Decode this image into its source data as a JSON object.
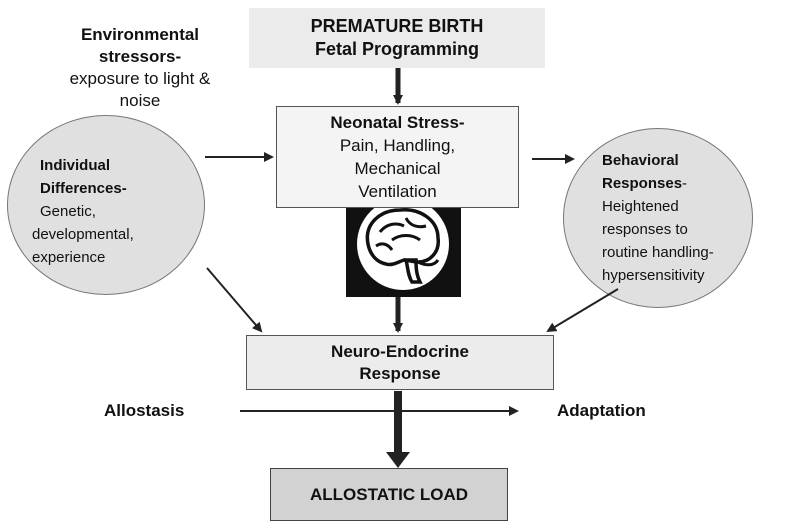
{
  "premature": {
    "line1": "PREMATURE BIRTH",
    "line2": "Fetal Programming"
  },
  "environmental": {
    "title_line1": "Environmental",
    "title_line2": "stressors-",
    "body_line1": "exposure to light &",
    "body_line2": "noise"
  },
  "neonatal": {
    "title": "Neonatal Stress-",
    "line1": "Pain, Handling,",
    "line2": "Mechanical",
    "line3": "Ventilation"
  },
  "individual": {
    "title_line1": "Individual",
    "title_line2": "Differences-",
    "line1": "Genetic,",
    "line2": "developmental,",
    "line3": "experience"
  },
  "behavioral": {
    "title_line1": "Behavioral",
    "title_line2": "Responses",
    "title_suffix": "-",
    "line1": "Heightened",
    "line2": "responses to",
    "line3": "routine handling-",
    "line4": "hypersensitivity"
  },
  "neuro": {
    "line1": "Neuro-Endocrine",
    "line2": "Response"
  },
  "allostasis": "Allostasis",
  "adaptation": "Adaptation",
  "allostatic_load": "ALLOSTATIC LOAD",
  "icons": {
    "brain": "brain-icon"
  },
  "colors": {
    "arrow": "#222222",
    "ellipse_fill": "#e0e0e0",
    "box_fill": "#ececec",
    "load_fill": "#d2d2d2"
  }
}
